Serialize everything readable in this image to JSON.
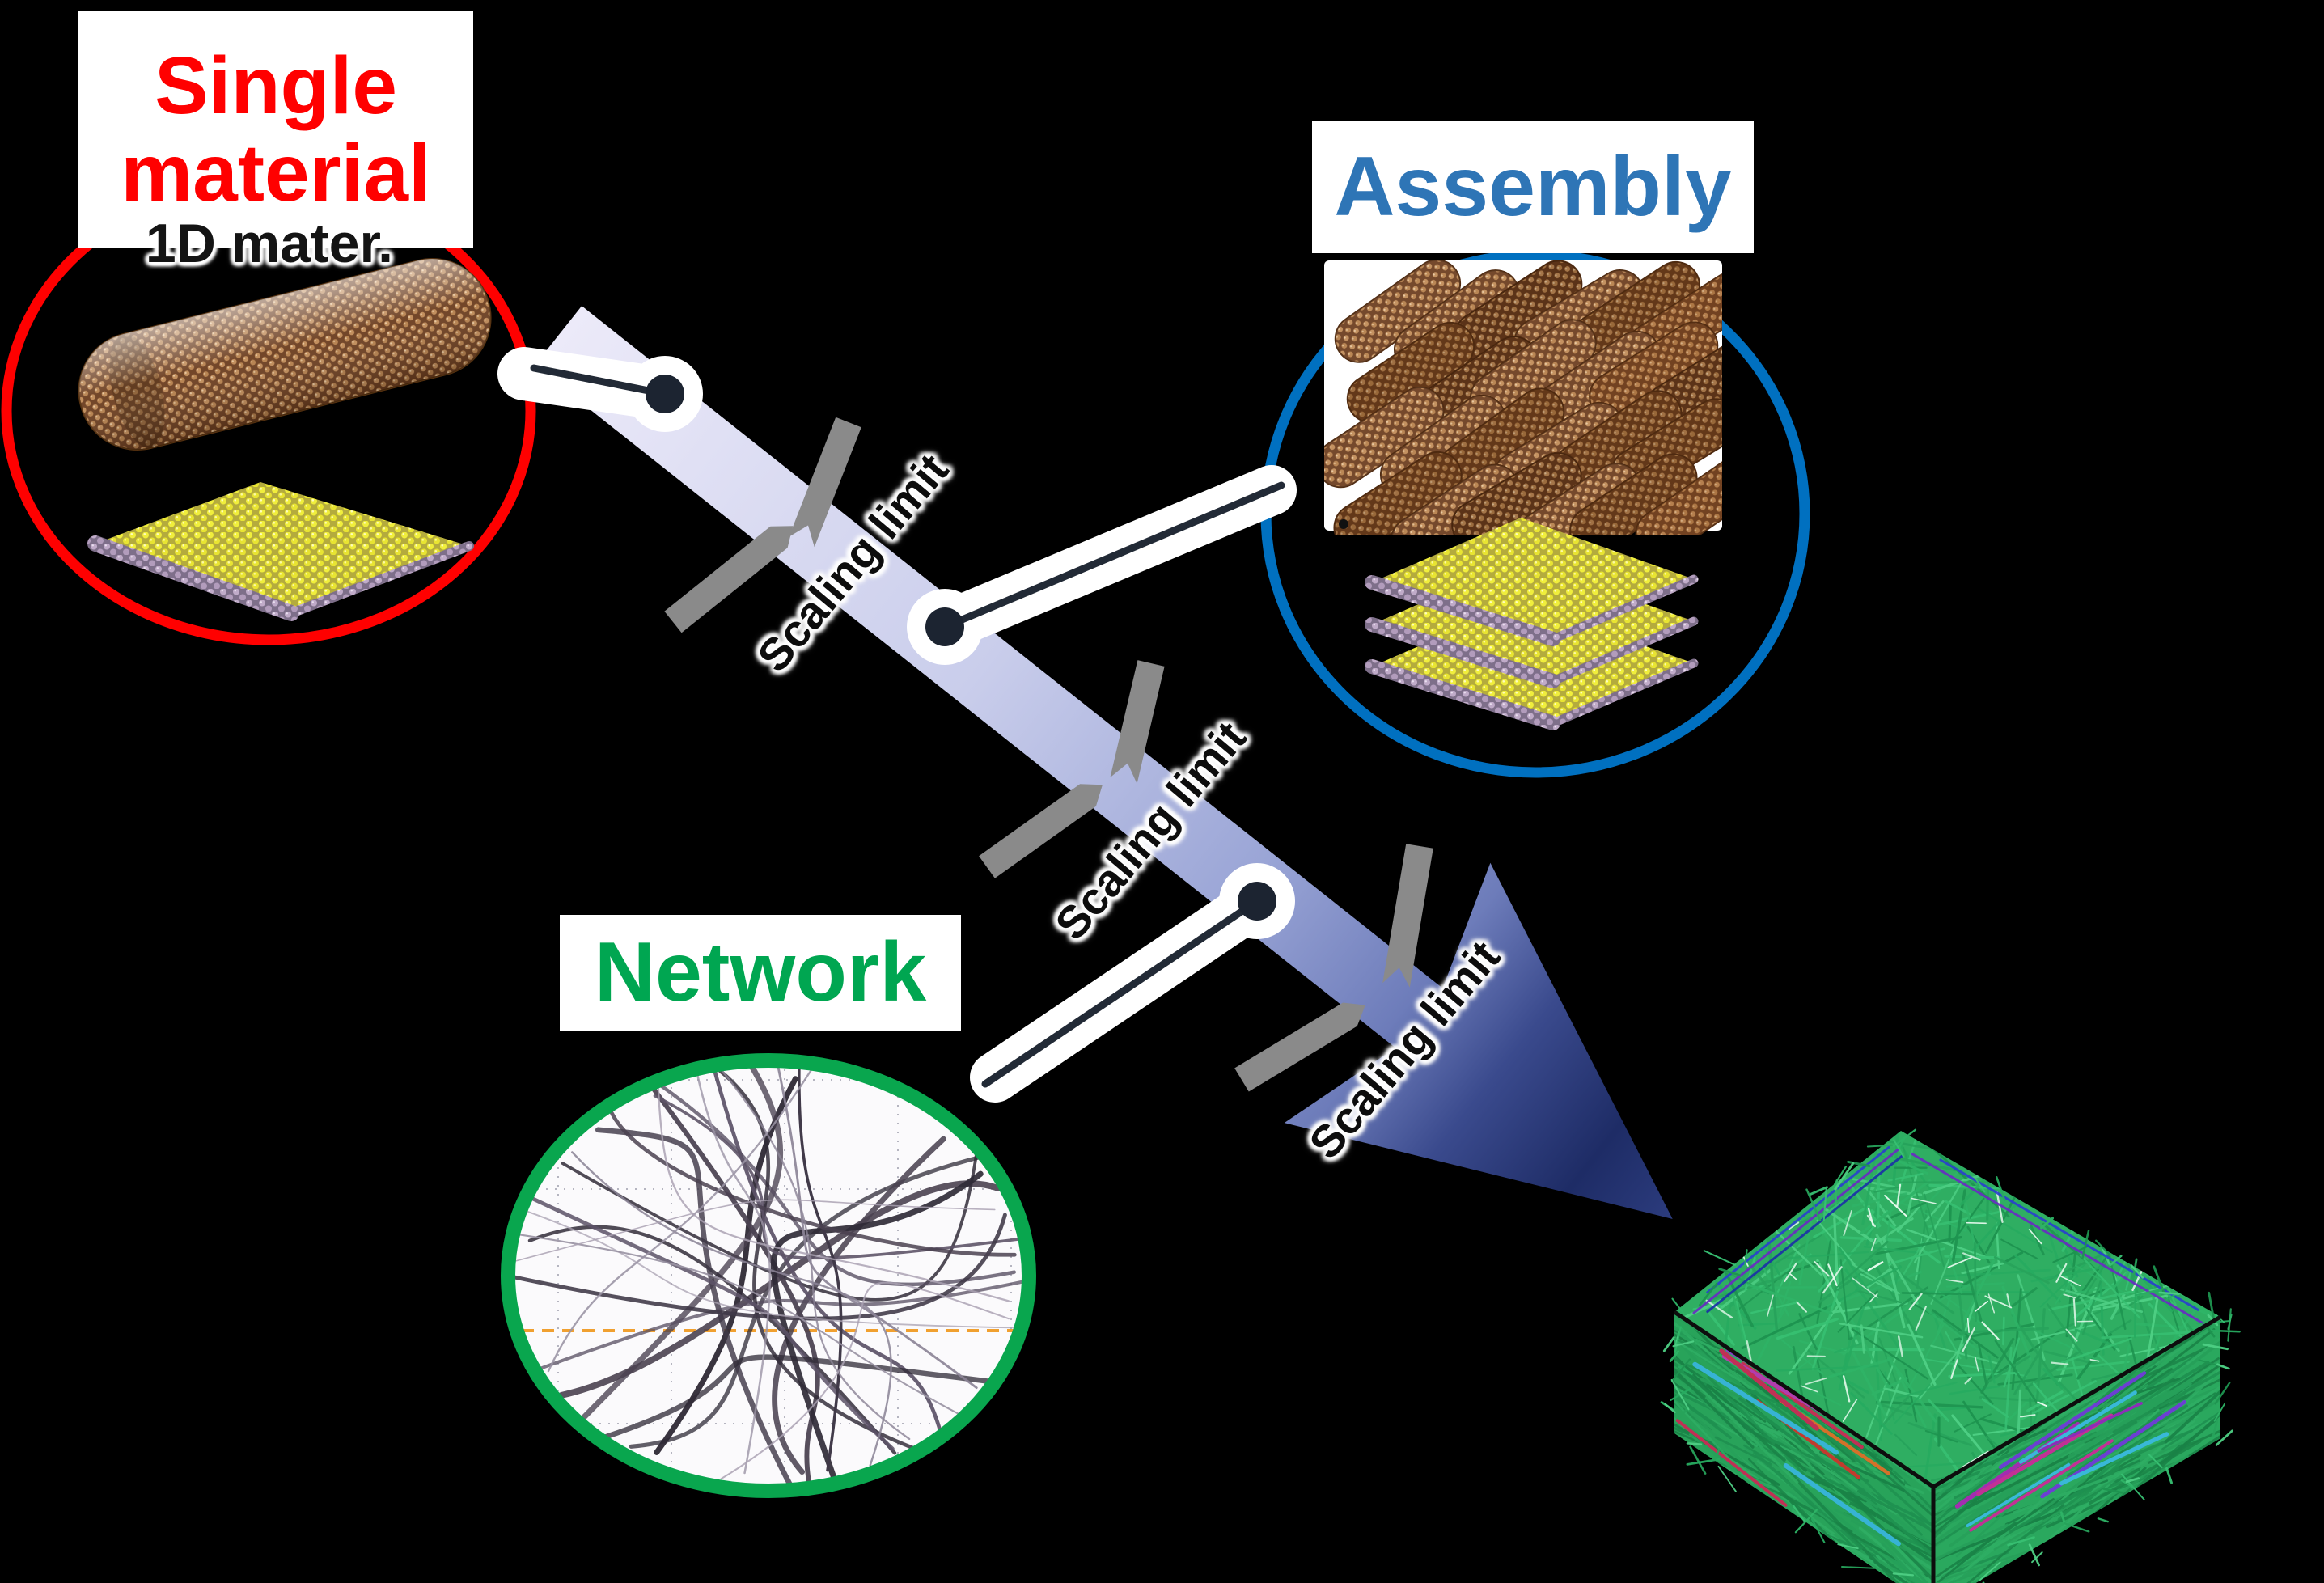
{
  "figure": {
    "background_color": "#000000",
    "single_material": {
      "title_line1": "Single",
      "title_line2": "material",
      "title_color": "#ff0000",
      "circle_color": "#ff0000",
      "sublabel": "1D mater."
    },
    "assembly": {
      "title": "Assembly",
      "title_color": "#2e75b6",
      "circle_color": "#0070c0"
    },
    "network": {
      "title": "Network",
      "title_color": "#00a651",
      "circle_color": "#09a64e"
    },
    "scaling_limits": [
      {
        "label": "Scaling limit"
      },
      {
        "label": "Scaling limit"
      },
      {
        "label": "Scaling limit"
      }
    ],
    "arrow": {
      "start_color": "#eceaf9",
      "end_color": "#1e2c66"
    },
    "break_color": "#8a8a8a",
    "connector_color": "#1c2431"
  }
}
